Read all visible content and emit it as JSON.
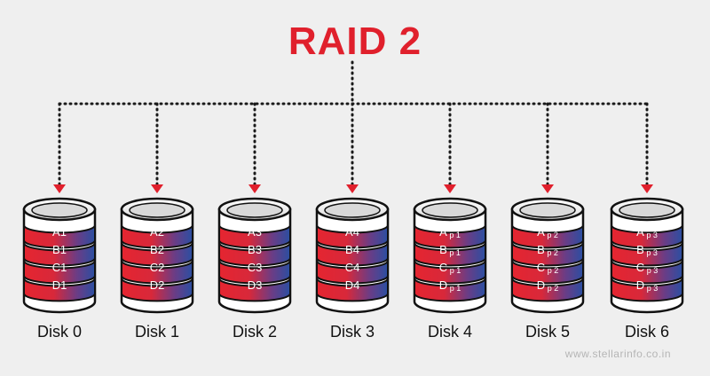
{
  "title": "RAID 2",
  "watermark": "www.stellarinfo.co.in",
  "colors": {
    "accent": "#e0202c",
    "stripe_red": "#e52530",
    "stripe_blue": "#2a4fa2",
    "connector": "#1a1a1a",
    "background": "#efefef"
  },
  "disks": [
    {
      "label": "Disk 0",
      "blocks": [
        {
          "main": "A1",
          "sub": ""
        },
        {
          "main": "B1",
          "sub": ""
        },
        {
          "main": "C1",
          "sub": ""
        },
        {
          "main": "D1",
          "sub": ""
        }
      ]
    },
    {
      "label": "Disk 1",
      "blocks": [
        {
          "main": "A2",
          "sub": ""
        },
        {
          "main": "B2",
          "sub": ""
        },
        {
          "main": "C2",
          "sub": ""
        },
        {
          "main": "D2",
          "sub": ""
        }
      ]
    },
    {
      "label": "Disk 2",
      "blocks": [
        {
          "main": "A3",
          "sub": ""
        },
        {
          "main": "B3",
          "sub": ""
        },
        {
          "main": "C3",
          "sub": ""
        },
        {
          "main": "D3",
          "sub": ""
        }
      ]
    },
    {
      "label": "Disk 3",
      "blocks": [
        {
          "main": "A4",
          "sub": ""
        },
        {
          "main": "B4",
          "sub": ""
        },
        {
          "main": "C4",
          "sub": ""
        },
        {
          "main": "D4",
          "sub": ""
        }
      ]
    },
    {
      "label": "Disk 4",
      "blocks": [
        {
          "main": "A",
          "sub": "p 1"
        },
        {
          "main": "B",
          "sub": "p 1"
        },
        {
          "main": "C",
          "sub": "p 1"
        },
        {
          "main": "D",
          "sub": "p 1"
        }
      ]
    },
    {
      "label": "Disk 5",
      "blocks": [
        {
          "main": "A",
          "sub": "p 2"
        },
        {
          "main": "B",
          "sub": "p 2"
        },
        {
          "main": "C",
          "sub": "p 2"
        },
        {
          "main": "D",
          "sub": "p 2"
        }
      ]
    },
    {
      "label": "Disk 6",
      "blocks": [
        {
          "main": "A",
          "sub": "p 3"
        },
        {
          "main": "B",
          "sub": "p 3"
        },
        {
          "main": "C",
          "sub": "p 3"
        },
        {
          "main": "D",
          "sub": "p 3"
        }
      ]
    }
  ]
}
